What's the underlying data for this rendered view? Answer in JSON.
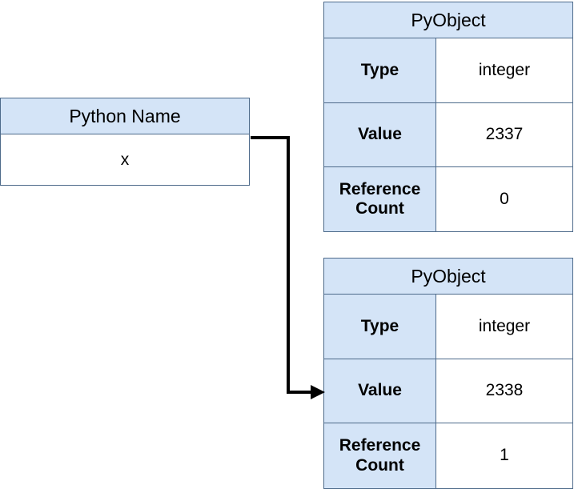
{
  "colors": {
    "header_fill": "#d4e4f7",
    "border": "#4d6a8a",
    "arrow": "#000000"
  },
  "name_box": {
    "title": "Python Name",
    "value": "x"
  },
  "objects": [
    {
      "title": "PyObject",
      "rows": [
        {
          "label": "Type",
          "value": "integer"
        },
        {
          "label": "Value",
          "value": "2337"
        },
        {
          "label": "Reference Count",
          "value": "0"
        }
      ]
    },
    {
      "title": "PyObject",
      "rows": [
        {
          "label": "Type",
          "value": "integer"
        },
        {
          "label": "Value",
          "value": "2338"
        },
        {
          "label": "Reference Count",
          "value": "1"
        }
      ]
    }
  ]
}
